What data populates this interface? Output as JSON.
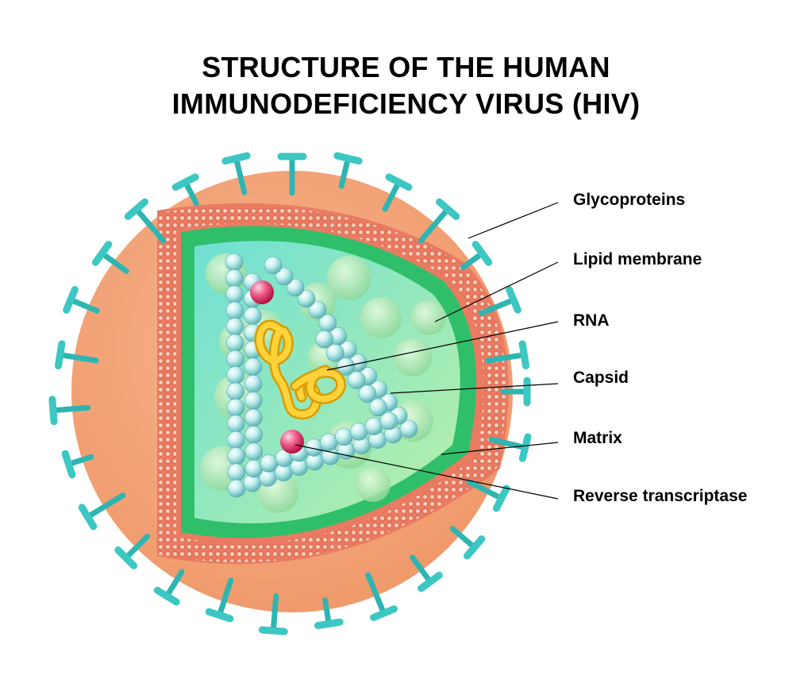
{
  "title": {
    "line1": "STRUCTURE OF THE HUMAN",
    "line2": "IMMUNODEFICIENCY VIRUS (HIV)"
  },
  "labels": {
    "glycoproteins": "Glycoproteins",
    "lipid_membrane": "Lipid membrane",
    "rna": "RNA",
    "capsid": "Capsid",
    "matrix": "Matrix",
    "reverse_transcriptase": "Reverse transcriptase"
  },
  "colors": {
    "envelope": "#f4a47a",
    "membrane": "#ea7b63",
    "glycoprotein": "#3cc7c2",
    "matrix": "#2fbf6a",
    "capsid_bead": "#b6ecec",
    "rna": "#f2b400",
    "enzyme": "#e83a6a"
  }
}
